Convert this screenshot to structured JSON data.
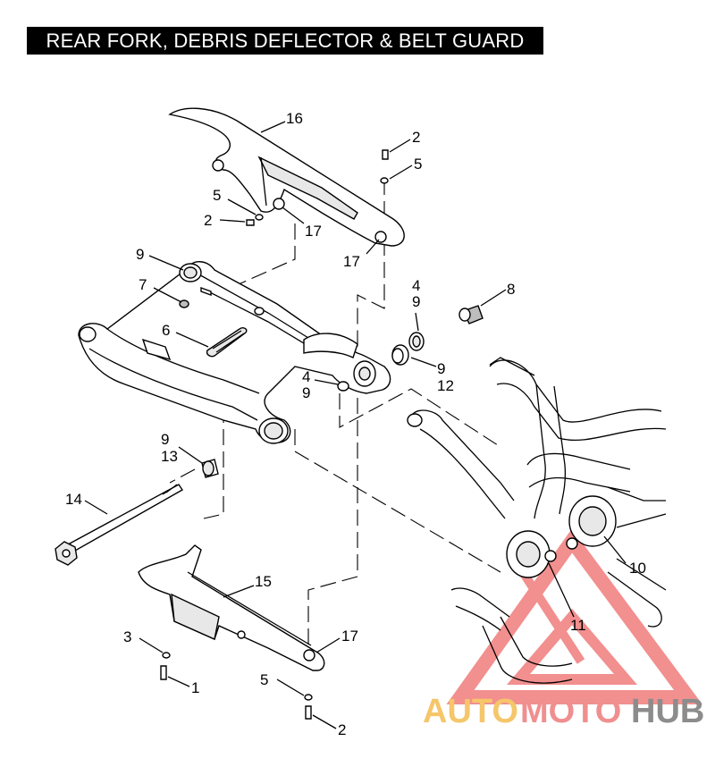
{
  "title": "REAR FORK, DEBRIS DEFLECTOR  & BELT GUARD",
  "callouts": [
    {
      "id": "c16",
      "text": "16"
    },
    {
      "id": "c2a",
      "text": "2"
    },
    {
      "id": "c5a",
      "text": "5"
    },
    {
      "id": "c5b",
      "text": "5"
    },
    {
      "id": "c2b",
      "text": "2"
    },
    {
      "id": "c17a",
      "text": "17"
    },
    {
      "id": "c17b",
      "text": "17"
    },
    {
      "id": "c9a",
      "text": "9"
    },
    {
      "id": "c7",
      "text": "7"
    },
    {
      "id": "c4a",
      "text": "4"
    },
    {
      "id": "c9b",
      "text": "9"
    },
    {
      "id": "c8",
      "text": "8"
    },
    {
      "id": "c6",
      "text": "6"
    },
    {
      "id": "c4b",
      "text": "4"
    },
    {
      "id": "c9c",
      "text": "9"
    },
    {
      "id": "c9d",
      "text": "9"
    },
    {
      "id": "c12",
      "text": "12"
    },
    {
      "id": "c9e",
      "text": "9"
    },
    {
      "id": "c13",
      "text": "13"
    },
    {
      "id": "c14",
      "text": "14"
    },
    {
      "id": "c10",
      "text": "10"
    },
    {
      "id": "c15",
      "text": "15"
    },
    {
      "id": "c11",
      "text": "11"
    },
    {
      "id": "c3",
      "text": "3"
    },
    {
      "id": "c17c",
      "text": "17"
    },
    {
      "id": "c1",
      "text": "1"
    },
    {
      "id": "c5c",
      "text": "5"
    },
    {
      "id": "c2c",
      "text": "2"
    }
  ],
  "watermark": {
    "part1": "AUTO",
    "part2": "MOTO",
    "part3": "HUB",
    "color1": "#f5c66a",
    "color2": "#f08f8f",
    "color3": "#8c8c8c"
  }
}
